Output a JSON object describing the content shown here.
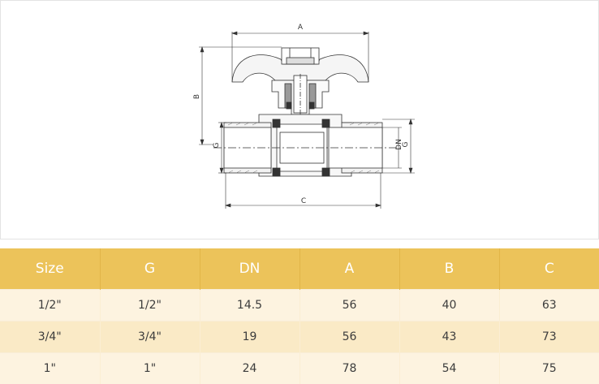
{
  "drawing": {
    "labels": {
      "a": "A",
      "b": "B",
      "c": "C",
      "g_left": "G",
      "dn": "DN",
      "g_right": "G"
    }
  },
  "table": {
    "headers": [
      "Size",
      "G",
      "DN",
      "A",
      "B",
      "C"
    ],
    "rows": [
      [
        "1/2\"",
        "1/2\"",
        "14.5",
        "56",
        "40",
        "63"
      ],
      [
        "3/4\"",
        "3/4\"",
        "19",
        "56",
        "43",
        "73"
      ],
      [
        "1\"",
        "1\"",
        "24",
        "78",
        "54",
        "75"
      ]
    ]
  },
  "colors": {
    "header_bg": "#ecc35a",
    "row_light": "#fdf3e0",
    "row_dark": "#faeac6",
    "line": "#333333"
  }
}
